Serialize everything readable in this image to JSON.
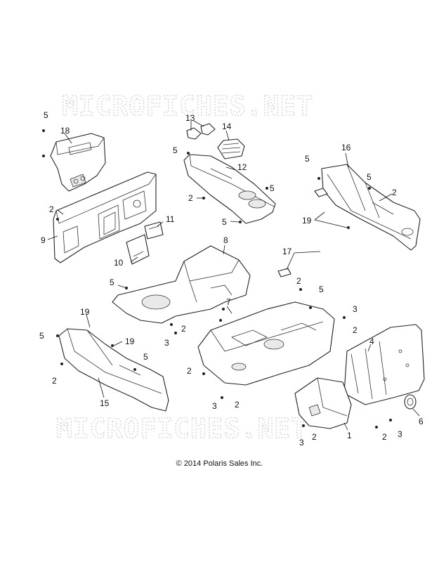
{
  "watermark": "MICROFICHES.NET",
  "copyright": "© 2014 Polaris Sales Inc.",
  "callouts": {
    "c1": "1",
    "c2": "2",
    "c3": "3",
    "c4": "4",
    "c5": "5",
    "c6": "6",
    "c7": "7",
    "c8": "8",
    "c9": "9",
    "c10": "10",
    "c11": "11",
    "c12": "12",
    "c13": "13",
    "c14": "14",
    "c15": "15",
    "c16": "16",
    "c17": "17",
    "c18": "18",
    "c19": "19"
  }
}
